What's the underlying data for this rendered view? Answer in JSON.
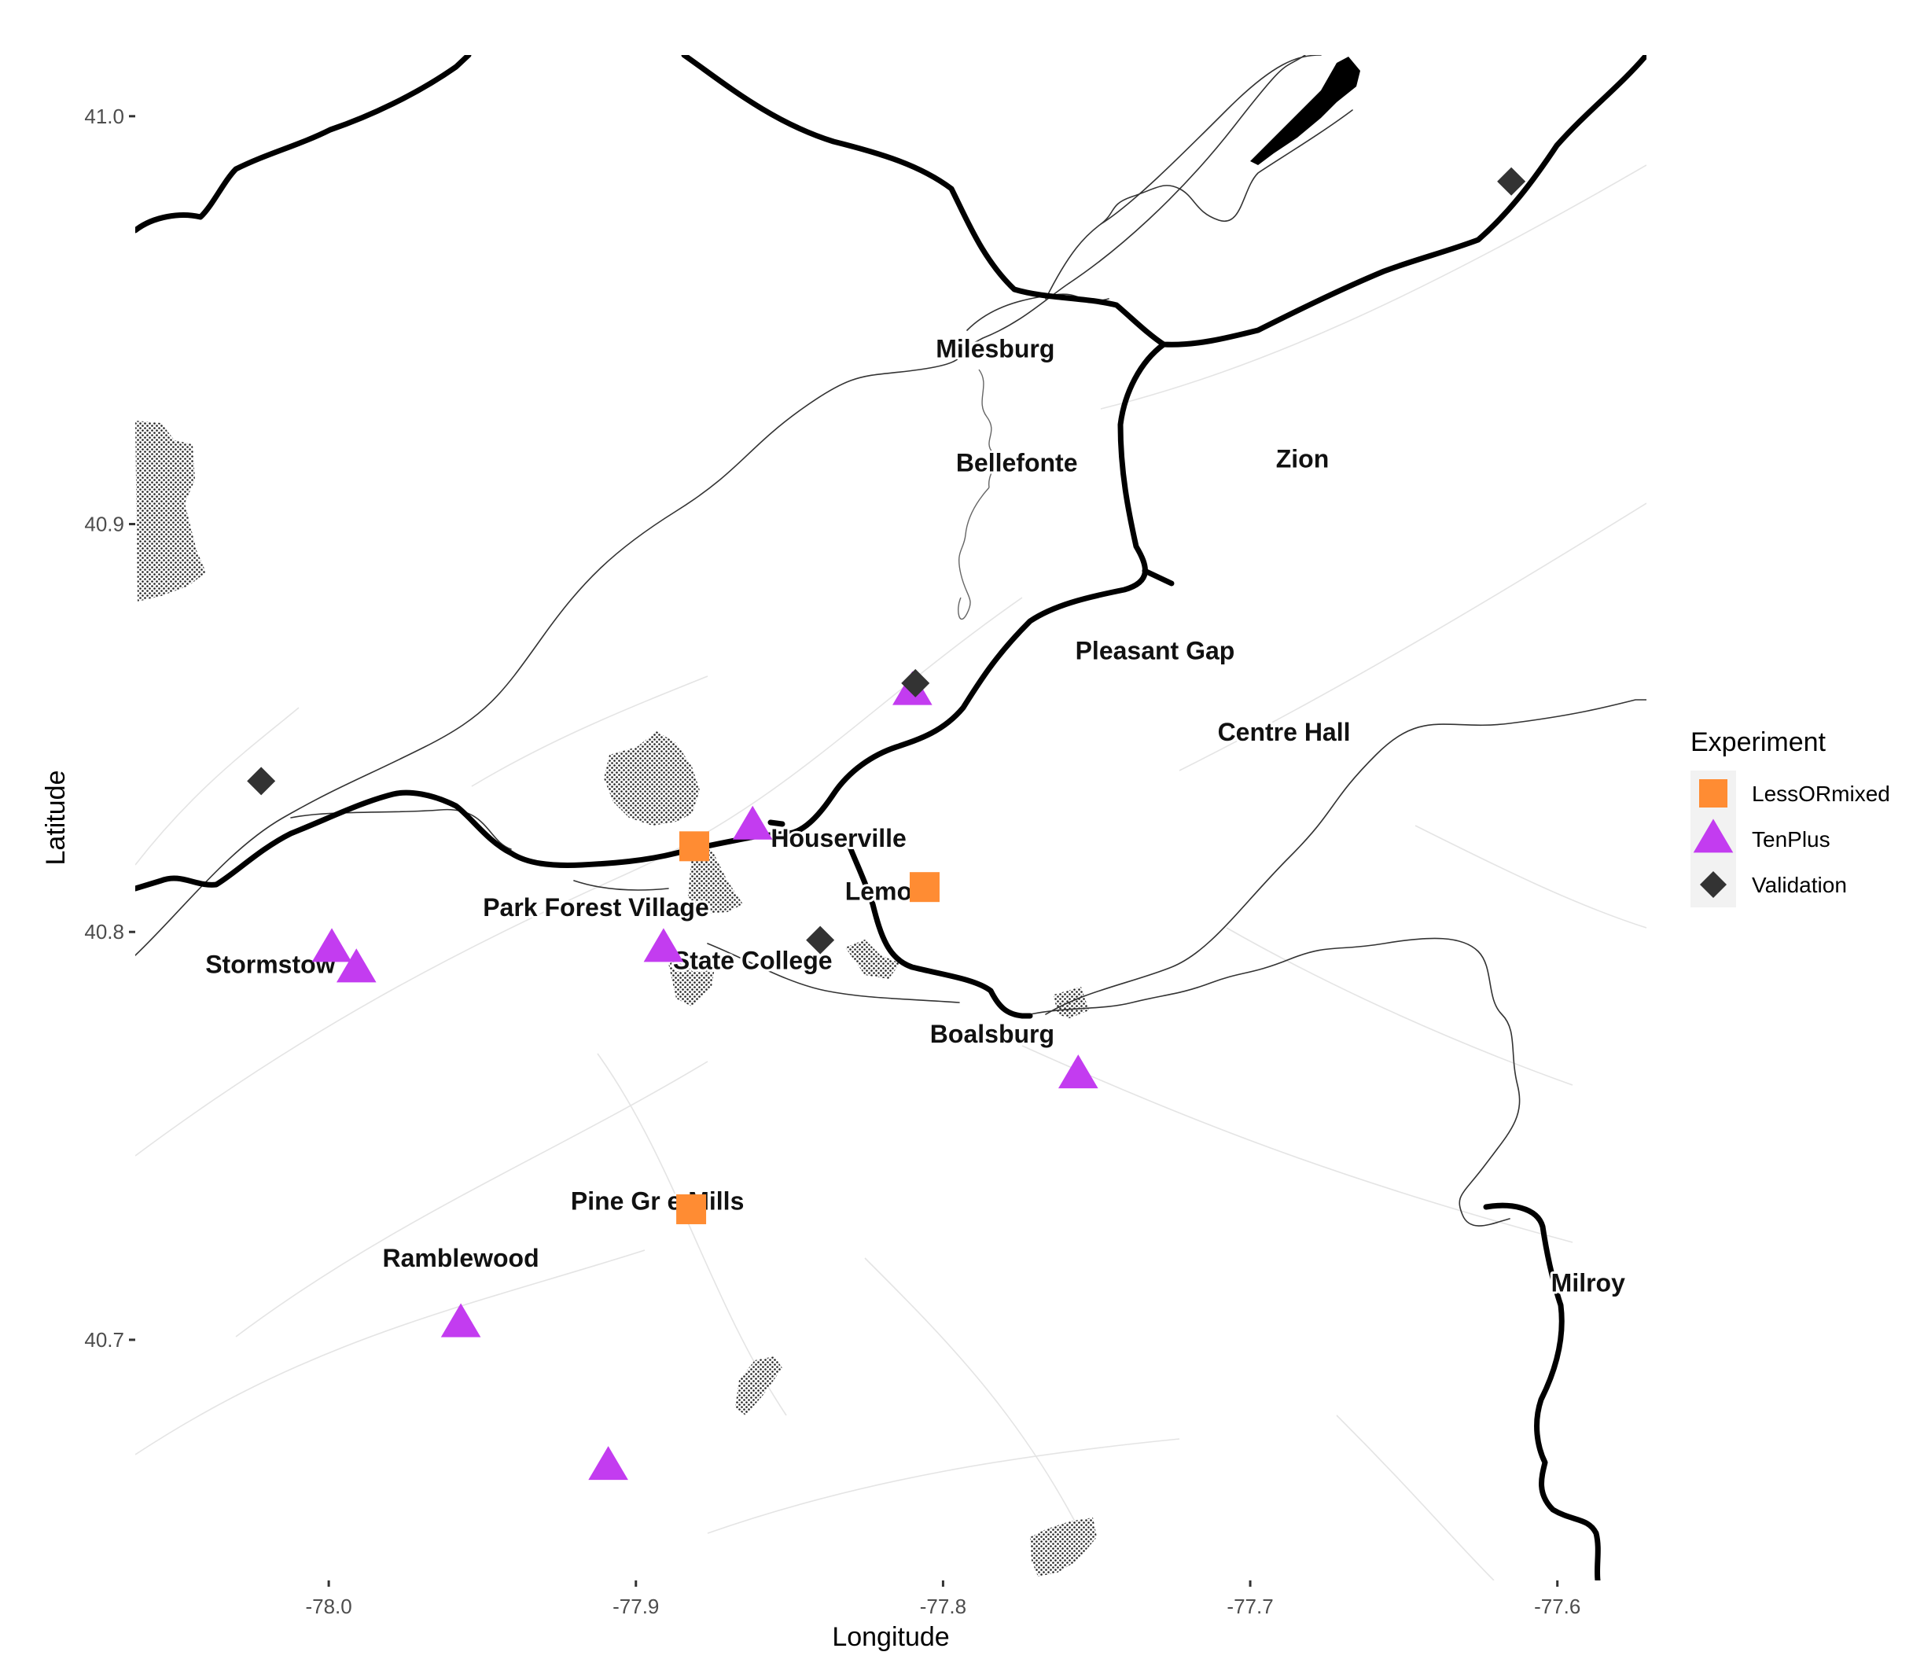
{
  "chart_data": {
    "type": "scatter",
    "xlabel": "Longitude",
    "ylabel": "Latitude",
    "xlim": [
      -78.063,
      -77.571
    ],
    "ylim": [
      40.641,
      41.015
    ],
    "x_ticks": [
      -78.0,
      -77.9,
      -77.8,
      -77.7,
      -77.6
    ],
    "x_tick_labels": [
      "-78.0",
      "-77.9",
      "-77.8",
      "-77.7",
      "-77.6"
    ],
    "y_ticks": [
      40.7,
      40.8,
      40.9,
      41.0
    ],
    "y_tick_labels": [
      "40.7",
      "40.8",
      "40.9",
      "41.0"
    ],
    "grid": false,
    "legend": {
      "title": "Experiment",
      "position": "right",
      "entries": [
        {
          "label": "LessORmixed",
          "shape": "square",
          "color": "#FF8C33"
        },
        {
          "label": "TenPlus",
          "shape": "triangle",
          "color": "#C33CF0"
        },
        {
          "label": "Validation",
          "shape": "diamond",
          "color": "#333333"
        }
      ]
    },
    "series": [
      {
        "name": "LessORmixed",
        "shape": "square",
        "color": "#FF8C33",
        "points": [
          {
            "lon": -77.881,
            "lat": 40.821
          },
          {
            "lon": -77.806,
            "lat": 40.811
          },
          {
            "lon": -77.882,
            "lat": 40.732
          }
        ]
      },
      {
        "name": "TenPlus",
        "shape": "triangle",
        "color": "#C33CF0",
        "points": [
          {
            "lon": -77.81,
            "lat": 40.859
          },
          {
            "lon": -77.862,
            "lat": 40.826
          },
          {
            "lon": -77.891,
            "lat": 40.796
          },
          {
            "lon": -77.999,
            "lat": 40.796
          },
          {
            "lon": -77.991,
            "lat": 40.791
          },
          {
            "lon": -77.756,
            "lat": 40.765
          },
          {
            "lon": -77.957,
            "lat": 40.704
          },
          {
            "lon": -77.909,
            "lat": 40.669
          }
        ]
      },
      {
        "name": "Validation",
        "shape": "diamond",
        "color": "#333333",
        "points": [
          {
            "lon": -77.615,
            "lat": 40.984
          },
          {
            "lon": -77.809,
            "lat": 40.861
          },
          {
            "lon": -78.022,
            "lat": 40.837
          },
          {
            "lon": -77.84,
            "lat": 40.798
          }
        ]
      }
    ],
    "places": [
      {
        "name": "Milesburg",
        "lon": -77.783,
        "lat": 40.943
      },
      {
        "name": "Bellefonte",
        "lon": -77.776,
        "lat": 40.915
      },
      {
        "name": "Zion",
        "lon": -77.683,
        "lat": 40.916
      },
      {
        "name": "Pleasant Gap",
        "lon": -77.731,
        "lat": 40.869
      },
      {
        "name": "Centre Hall",
        "lon": -77.689,
        "lat": 40.849
      },
      {
        "name": "Houserville",
        "lon": -77.834,
        "lat": 40.823
      },
      {
        "name": "Lemo",
        "lon": -77.821,
        "lat": 40.81
      },
      {
        "name": "Park Forest Village",
        "lon": -77.913,
        "lat": 40.806
      },
      {
        "name": "Stormstow",
        "lon": -78.019,
        "lat": 40.792
      },
      {
        "name": "State College",
        "lon": -77.862,
        "lat": 40.793
      },
      {
        "name": "Boalsburg",
        "lon": -77.784,
        "lat": 40.775
      },
      {
        "name": "Pine Gr e Mills",
        "lon": -77.893,
        "lat": 40.734
      },
      {
        "name": "Ramblewood",
        "lon": -77.957,
        "lat": 40.72
      },
      {
        "name": "Milroy",
        "lon": -77.59,
        "lat": 40.714
      }
    ]
  }
}
